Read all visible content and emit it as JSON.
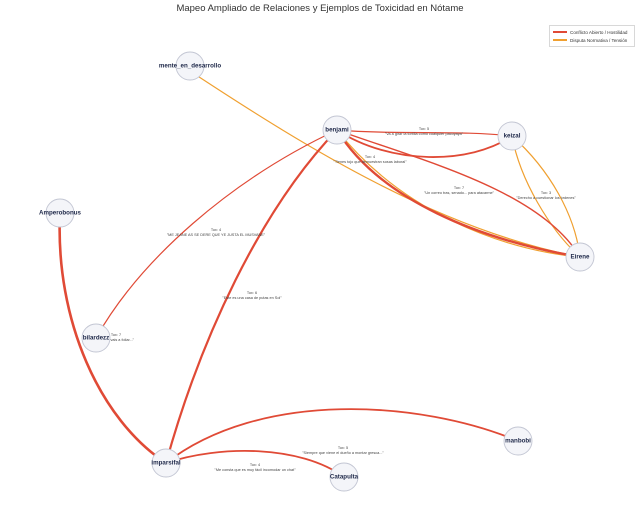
{
  "title": "Mapeo Ampliado de Relaciones y Ejemplos de Toxicidad en Nótame",
  "legend": [
    {
      "label": "Conflicto Abierto / Hostilidad",
      "color": "#e04a36"
    },
    {
      "label": "Disputa Normativa / Tensión",
      "color": "#f0a030"
    }
  ],
  "nodes": [
    {
      "id": "mente",
      "label": "mente_en_desarrollo"
    },
    {
      "id": "benjami",
      "label": "benjami"
    },
    {
      "id": "keizal",
      "label": "keizal"
    },
    {
      "id": "eirene",
      "label": "Eirene"
    },
    {
      "id": "amperobonus",
      "label": "Amperobonus"
    },
    {
      "id": "bilardezz",
      "label": "bilardezz"
    },
    {
      "id": "manbobi",
      "label": "manbobi"
    },
    {
      "id": "imparsifal",
      "label": "imparsifal"
    },
    {
      "id": "catapulta",
      "label": "Catapulta"
    }
  ],
  "edges": [
    {
      "id": "e1",
      "tox": "Tox: 5",
      "quote": "\"Va a girar la tortilla como cualquier pacoyaya\""
    },
    {
      "id": "e2",
      "tox": "Tox: 4",
      "quote": "\"Tienes tojo que demuestran sosas laboral\""
    },
    {
      "id": "e3",
      "tox": "Tox: 7",
      "quote": "\"Un correo tras, senado... para atacarme\""
    },
    {
      "id": "e4",
      "tox": "Tox: 3",
      "quote": "\"Derecho a cuestionar los órdenes\""
    },
    {
      "id": "e5",
      "tox": "Tox: 4",
      "quote": "\"ME JEANE AS SE DERE QUE YE JUSTA EL MUSVANE\""
    },
    {
      "id": "e6",
      "tox": "Tox: 6",
      "quote": "\"Este es una casa de putas en Sol\""
    },
    {
      "id": "e7",
      "tox": "Tox: 7",
      "quote": "\"...io lo vais a foliar...\""
    },
    {
      "id": "e8",
      "tox": "Tox: 5",
      "quote": "\"Siempre que viene el dueño a montar gresca...\""
    },
    {
      "id": "e9",
      "tox": "Tox: 4",
      "quote": "\"Me consta que es muy fácil incomodar un chat\""
    }
  ]
}
